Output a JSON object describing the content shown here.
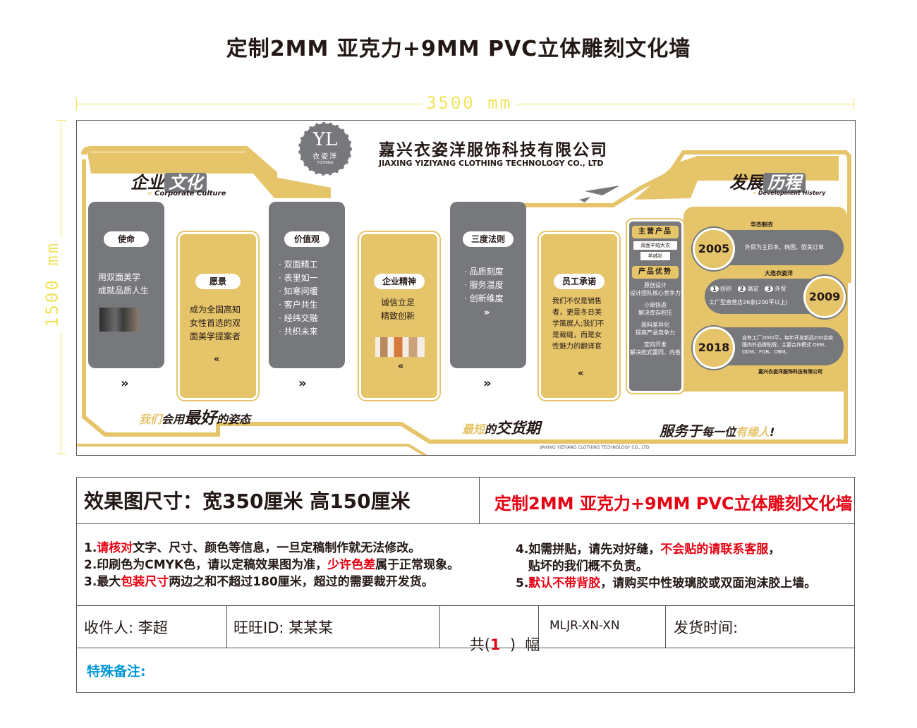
{
  "page": {
    "title": "定制2MM 亚克力+9MM PVC立体雕刻文化墙",
    "width_label": "3500 mm",
    "height_label": "1500 mm"
  },
  "board": {
    "company_cn": "嘉兴衣姿洋服饰科技有限公司",
    "company_en": "JIAXING YIZIYANG CLOTHING TECHNOLOGY CO., LTD",
    "logo_text": "衣姿洋",
    "logo_letters": "YL",
    "logo_sub": "YIZIYANG",
    "culture_title_a": "企业",
    "culture_title_b": "文化",
    "culture_en": "Corporate Culture",
    "history_title_a": "发展",
    "history_title_b": "历程",
    "history_en": "Development History",
    "panels": [
      {
        "label": "使命",
        "lines": [
          "用双面美学",
          "成就品质人生"
        ]
      },
      {
        "label": "愿景",
        "lines": [
          "成为全国高知",
          "女性首选的双",
          "面美学提案者"
        ]
      },
      {
        "label": "价值观",
        "lines": [
          "· 双面精工",
          "· 表里如一",
          "· 知寒问暖",
          "· 客户共生",
          "· 经纬交融",
          "· 共织未来"
        ]
      },
      {
        "label": "企业精神",
        "lines": [
          "诚信立足",
          "精致创新"
        ]
      },
      {
        "label": "三度法则",
        "lines": [
          "· 品质刻度",
          "· 服务温度",
          "· 创新维度"
        ]
      },
      {
        "label": "员工承诺",
        "lines": [
          "我们不仅是销售",
          "者，更是冬日美",
          "学策展人;我们不",
          "是裁缝，而是女",
          "性魅力的翻译官"
        ]
      }
    ],
    "arrow_right": "»",
    "arrow_left": "«",
    "products": {
      "title": "主营产品",
      "items": [
        "双面羊绒大衣",
        "羊绒衫"
      ],
      "adv_title": "产品优势",
      "adv": [
        "原创设计",
        "设计团队核心竞争力",
        "小单快返",
        "解决库存积压",
        "面料差异化",
        "提高产品竞争力",
        "定向开发",
        "解决款式雷同、内卷"
      ]
    },
    "history": [
      {
        "year": "2005",
        "name": "华杰制衣",
        "text": "外贸为主日本、韩国、欧美订单"
      },
      {
        "year": "2009",
        "name": "大连衣姿洋",
        "steps": [
          "1",
          "纺织",
          "2",
          "高定",
          "3",
          "外贸"
        ],
        "text": "工厂型直营店26家(200平以上)"
      },
      {
        "year": "2018",
        "name": "嘉兴衣姿洋服饰科技有限公司",
        "text": "自有工厂2000平，每年开发新品200余款国内外品牌贴牌，主要合作模式 OEM、ODM、FOB、OBM。"
      }
    ],
    "slogan1_a": "我们",
    "slogan1_b": "会用",
    "slogan1_c": "最好",
    "slogan1_d": "的姿态",
    "slogan2_a": "最短",
    "slogan2_b": "的",
    "slogan2_c": "交货期",
    "slogan3_a": "服务于",
    "slogan3_b": "每一位",
    "slogan3_c": "有缘人",
    "slogan3_d": "!",
    "footer_en": "JIAXING YIZIYANG CLOTHING TECHNOLOGY CO., LTD"
  },
  "info": {
    "size_label": "效果图尺寸：宽350厘米  高150厘米",
    "product_title": "定制2MM 亚克力+9MM PVC立体雕刻文化墙",
    "notes_left": [
      {
        "pre": "1.",
        "red": "请核对",
        "post": "文字、尺寸、颜色等信息，一旦定稿制作就无法修改。"
      },
      {
        "pre": "2.印刷色为CMYK色，请以定稿效果图为准，",
        "red": "少许色差",
        "post": "属于正常现象。"
      },
      {
        "pre": "3.最大",
        "red": "包装尺寸",
        "post": "两边之和不超过180厘米，超过的需要裁开发货。"
      }
    ],
    "notes_right": [
      {
        "pre": "4.如需拼贴，请先对好缝，",
        "red": "不会贴的请联系客服",
        "post": "，"
      },
      {
        "pre": "   贴坏的我们概不负责。",
        "red": "",
        "post": ""
      },
      {
        "pre": "5.",
        "red": "默认不带背胶",
        "post": "，请购买中性玻璃胶或双面泡沫胶上墙。"
      }
    ],
    "receiver": "收件人:  李超",
    "wangwang": "旺旺ID:  某某某",
    "count_pre": "共(",
    "count_num": "1",
    "count_post": "  )  幅",
    "code": "MLJR-XN-XN",
    "ship_time": "发货时间:",
    "remark": "特殊备注:"
  },
  "colors": {
    "gold": "#e5c46a",
    "gray": "#77787b",
    "red": "#e60012",
    "blue": "#0096d6",
    "dim": "#f2e35c"
  }
}
